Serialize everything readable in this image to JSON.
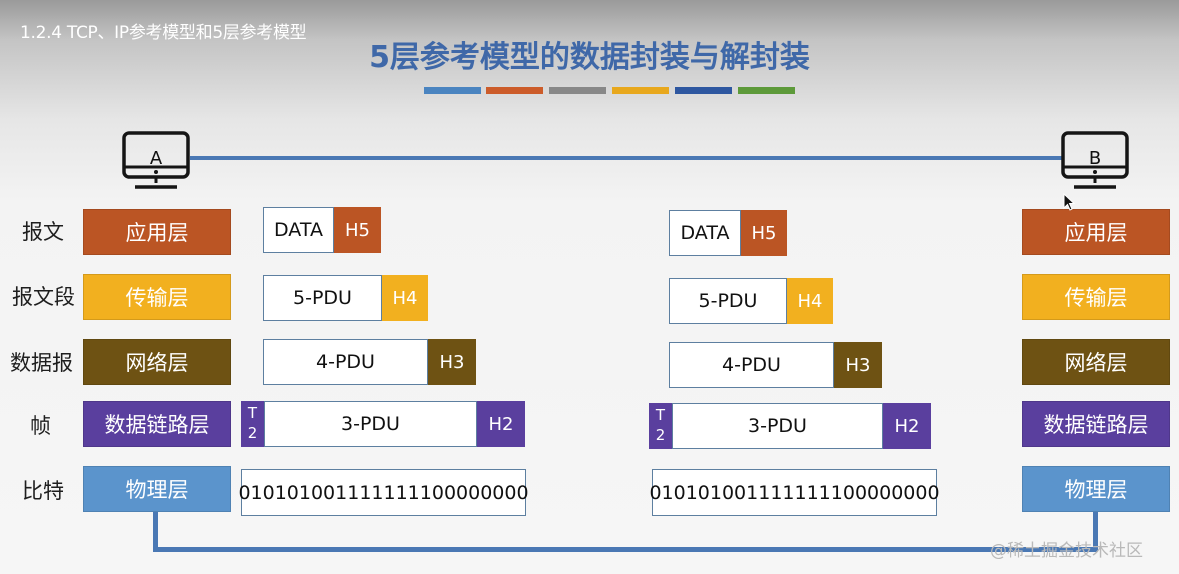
{
  "breadcrumb": "1.2.4 TCP、IP参考模型和5层参考模型",
  "title": "5层参考模型的数据封装与解封装",
  "colors": {
    "application": "#bb5524",
    "transport": "#f2b01f",
    "network": "#6e5213",
    "datalink": "#5a3f9e",
    "physical": "#5b94cc",
    "link_line": "#4a78b4",
    "stripes": [
      "#4a84c0",
      "#cc5c2a",
      "#888888",
      "#e8a81d",
      "#2e57a0",
      "#5d9a3a"
    ]
  },
  "hosts": {
    "left": "A",
    "right": "B"
  },
  "row_labels": [
    "报文",
    "报文段",
    "数据报",
    "帧",
    "比特"
  ],
  "layers": [
    "应用层",
    "传输层",
    "网络层",
    "数据链路层",
    "物理层"
  ],
  "pdu": {
    "data": "DATA",
    "h5": "H5",
    "pdu5": "5-PDU",
    "h4": "H4",
    "pdu4": "4-PDU",
    "h3": "H3",
    "pdu3": "3-PDU",
    "h2": "H2",
    "t2_top": "T",
    "t2_bottom": "2",
    "bits": "010101001111111100000000"
  },
  "watermark": "@稀土掘金技术社区"
}
